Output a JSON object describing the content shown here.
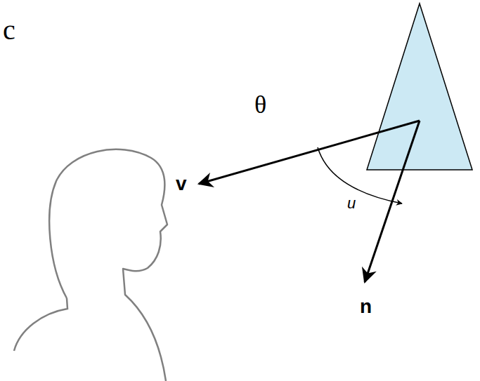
{
  "diagram": {
    "labels": [
      "c",
      "θ",
      "v",
      "u",
      "n"
    ]
  }
}
